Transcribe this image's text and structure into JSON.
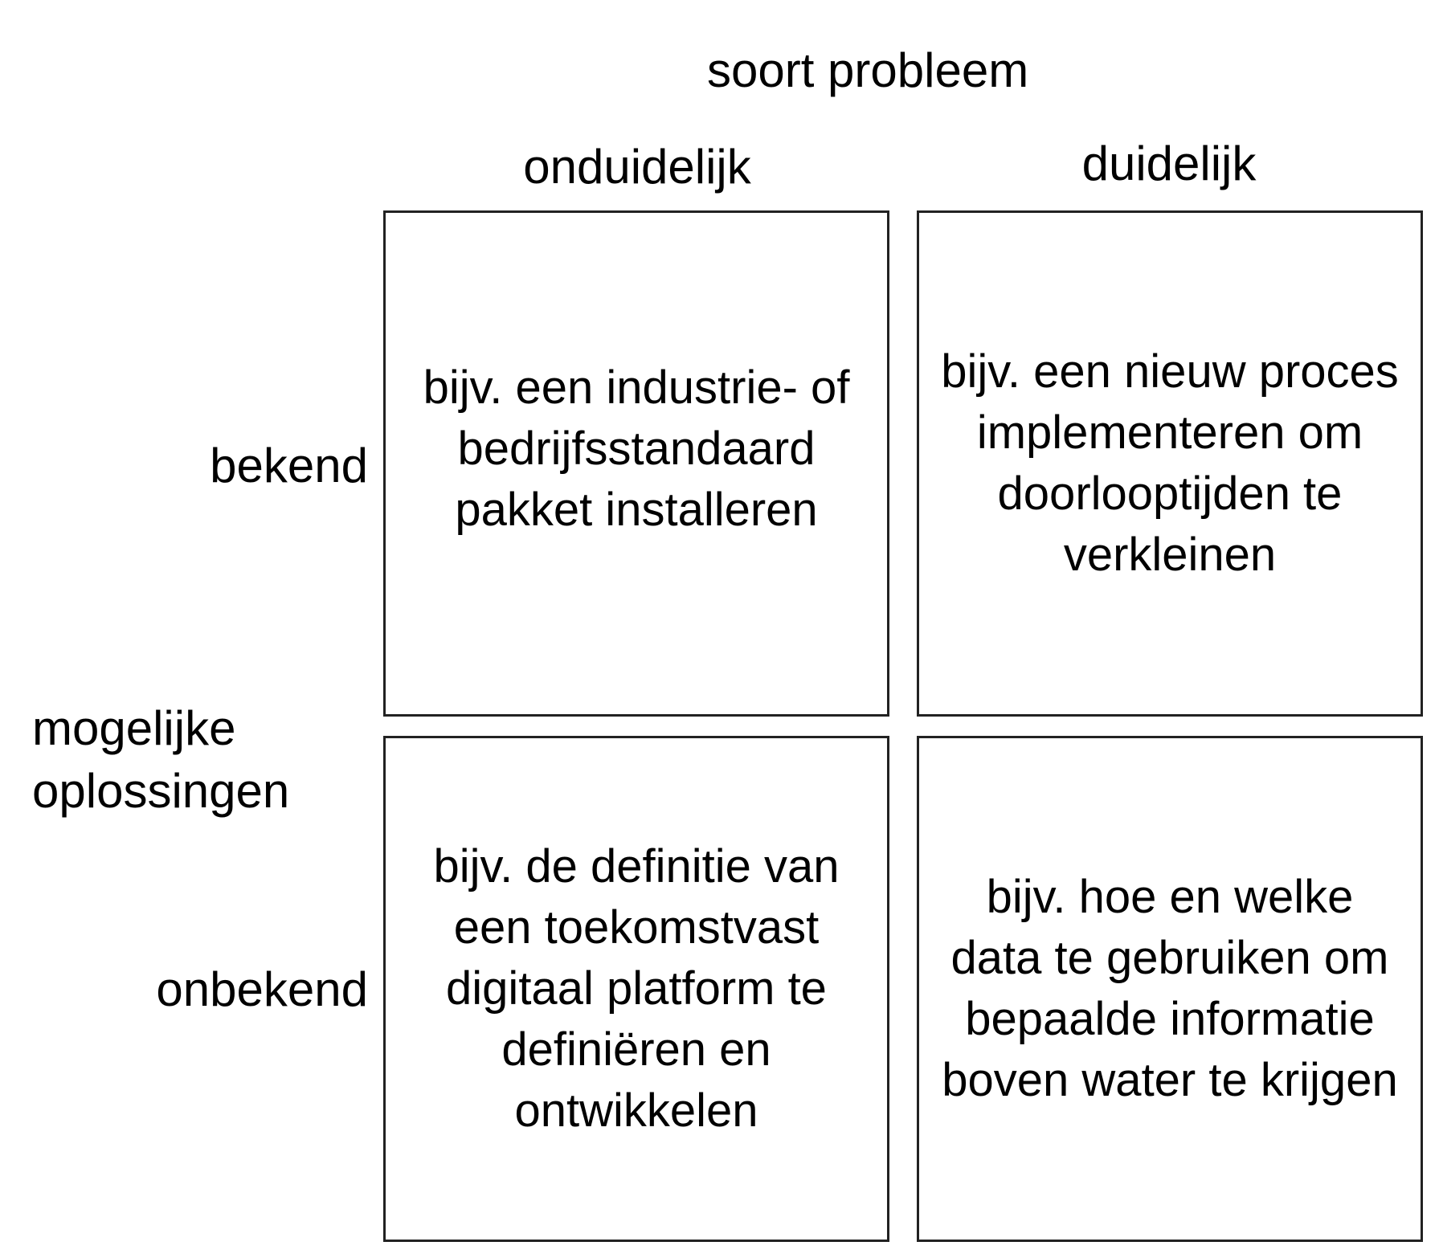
{
  "title": "soort probleem",
  "columns": [
    "onduidelijk",
    "duidelijk"
  ],
  "rows": [
    "bekend",
    "onbekend"
  ],
  "row_axis_label": "mogelijke\noplossingen",
  "cells": [
    [
      "bijv. een industrie- of bedrijfsstandaard pakket installeren",
      "bijv. een nieuw proces implementeren om doorlooptijden te verkleinen"
    ],
    [
      "bijv. de definitie van een toekomstvast digitaal platform te definiëren en ontwikkelen",
      "bijv. hoe en welke data te gebruiken om bepaalde informatie boven water te krijgen"
    ]
  ]
}
